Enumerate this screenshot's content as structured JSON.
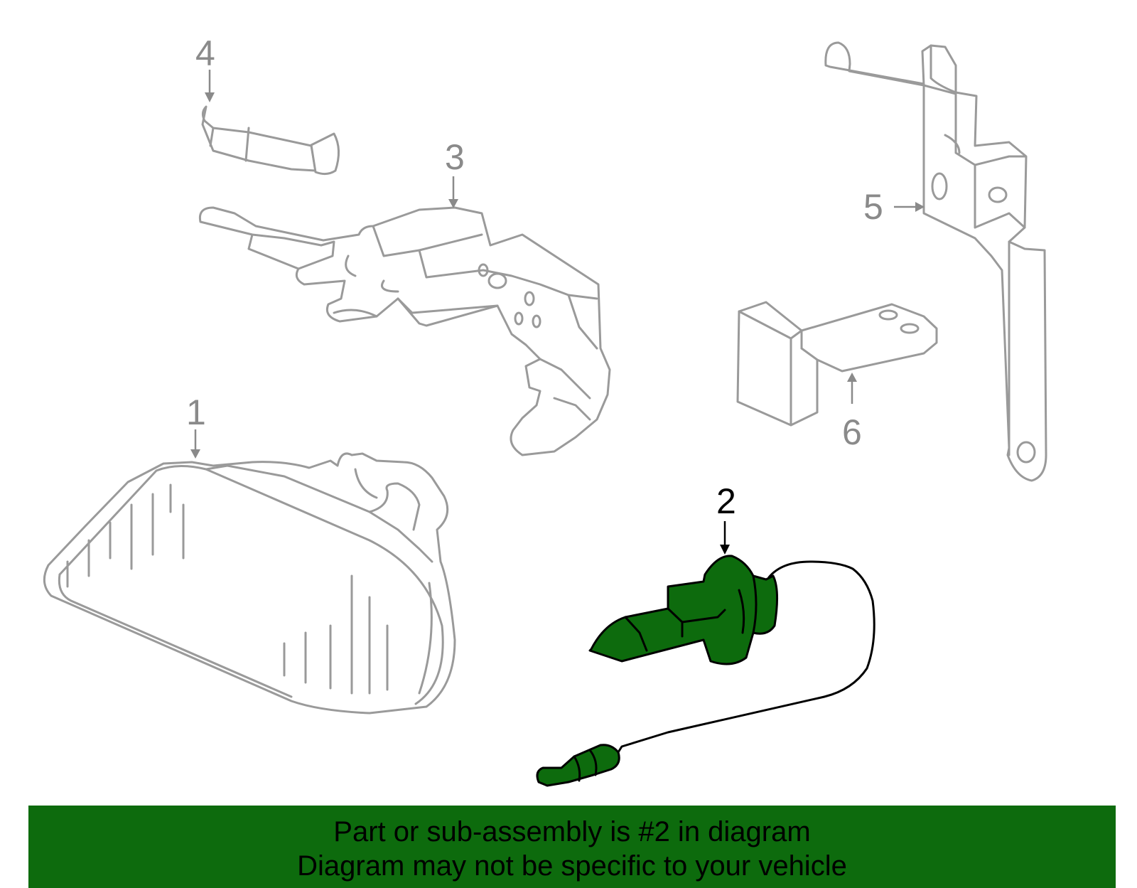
{
  "diagram": {
    "callouts": [
      {
        "id": "1",
        "label": "1",
        "selected": false
      },
      {
        "id": "2",
        "label": "2",
        "selected": true
      },
      {
        "id": "3",
        "label": "3",
        "selected": false
      },
      {
        "id": "4",
        "label": "4",
        "selected": false
      },
      {
        "id": "5",
        "label": "5",
        "selected": false
      },
      {
        "id": "6",
        "label": "6",
        "selected": false
      }
    ],
    "highlight_color": "#0d6b0d",
    "line_color": "#9a9a9a"
  },
  "banner": {
    "line1": "Part or sub-assembly is #2 in diagram",
    "line2": "Diagram may not be specific to your vehicle",
    "background": "#0d6b0d"
  }
}
